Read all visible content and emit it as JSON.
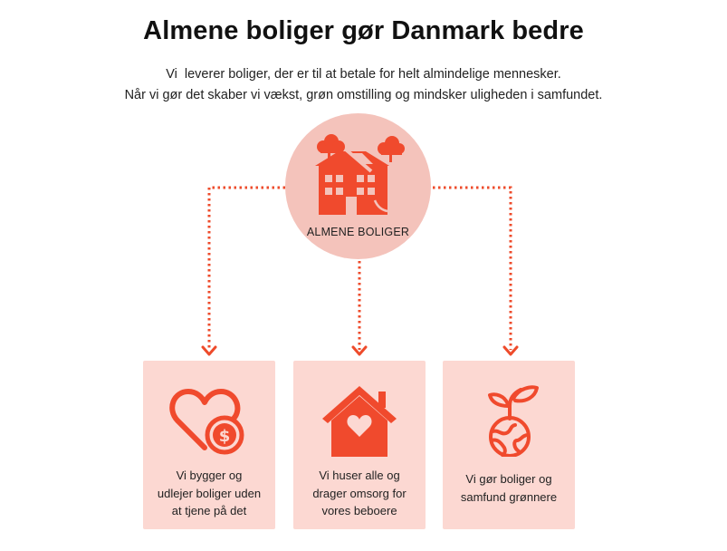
{
  "header": {
    "title": "Almene boliger gør Danmark bedre",
    "subtitle_lines": [
      "Vi  leverer boliger, der er til at betale for helt almindelige mennesker.",
      "Når vi gør det skaber vi vækst, grøn omstilling og mindsker uligheden i samfundet."
    ]
  },
  "hub": {
    "label": "ALMENE BOLIGER",
    "icon": "apartment-building-with-trees-icon"
  },
  "cards": [
    {
      "icon": "heart-with-dollar-coin-icon",
      "lines": [
        "Vi bygger og",
        "udlejer boliger uden",
        "at tjene på det"
      ]
    },
    {
      "icon": "house-with-heart-icon",
      "lines": [
        "Vi huser alle og",
        "drager omsorg for",
        "vores beboere"
      ]
    },
    {
      "icon": "globe-with-sprout-icon",
      "lines": [
        "Vi gør boliger og",
        "samfund grønnere"
      ]
    }
  ],
  "colors": {
    "accent": "#f04a2d",
    "hub_background": "#f4c3bb",
    "card_background": "#fcd8d2",
    "connector": "#ee4b2b",
    "text": "#222222"
  }
}
